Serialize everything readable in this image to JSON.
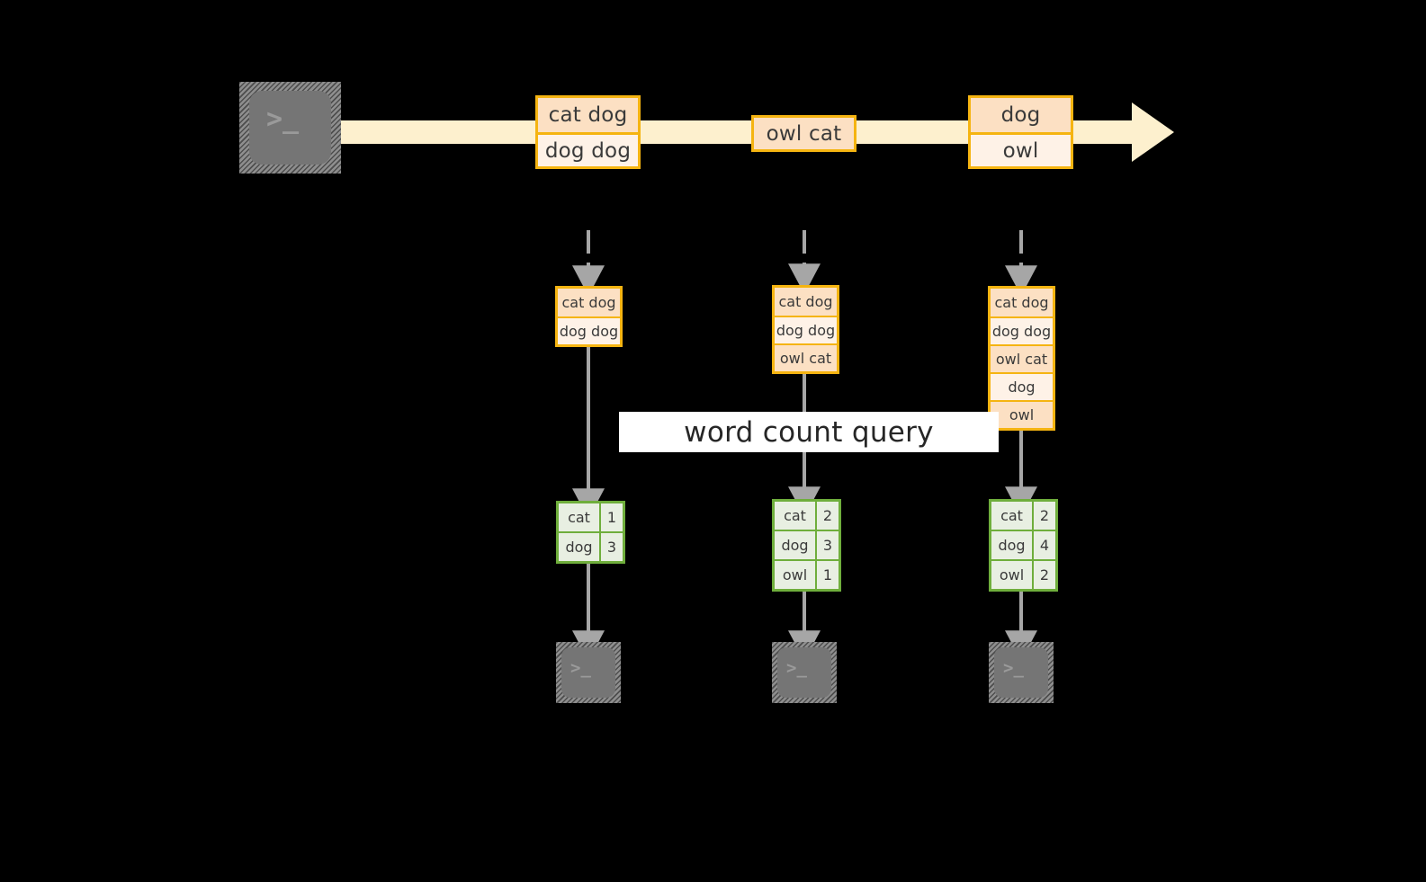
{
  "diagram": {
    "title_label": "word count query",
    "colors": {
      "background": "#000000",
      "stream_border": "#F5B411",
      "stream_fill_dark": "#FCE0C3",
      "stream_fill_light": "#FEF2E7",
      "arrow_body": "#FDF0CE",
      "result_border": "#6FAE3C",
      "result_fill": "#E8EFE2",
      "connector": "#A6A6A6",
      "terminal_face": "#757575",
      "label_background": "#FFFFFF",
      "text": "#3A3A3A"
    },
    "source": {
      "icon": "terminal-icon",
      "glyph": ">_"
    },
    "timeline": {
      "arrow_icon": "right-arrow-icon",
      "events": [
        {
          "lines": [
            "cat dog",
            "dog dog"
          ]
        },
        {
          "lines": [
            "owl cat"
          ]
        },
        {
          "lines": [
            "dog",
            "owl"
          ]
        }
      ]
    },
    "snapshots": [
      {
        "state_label": "state-snapshot-1",
        "state_rows": [
          "cat dog",
          "dog dog"
        ],
        "result_label": "word-count-result-1",
        "result_header": null,
        "result_rows": [
          {
            "word": "cat",
            "count": "1"
          },
          {
            "word": "dog",
            "count": "3"
          }
        ],
        "sink": {
          "icon": "terminal-icon",
          "glyph": ">_"
        }
      },
      {
        "state_label": "state-snapshot-2",
        "state_rows": [
          "cat dog",
          "dog dog",
          "owl cat"
        ],
        "result_label": "word-count-result-2",
        "result_header": null,
        "result_rows": [
          {
            "word": "cat",
            "count": "2"
          },
          {
            "word": "dog",
            "count": "3"
          },
          {
            "word": "owl",
            "count": "1"
          }
        ],
        "sink": {
          "icon": "terminal-icon",
          "glyph": ">_"
        }
      },
      {
        "state_label": "state-snapshot-3",
        "state_rows": [
          "cat dog",
          "dog dog",
          "owl cat",
          "dog",
          "owl"
        ],
        "result_label": "word-count-result-3",
        "result_header": null,
        "result_rows": [
          {
            "word": "cat",
            "count": "2"
          },
          {
            "word": "dog",
            "count": "4"
          },
          {
            "word": "owl",
            "count": "2"
          }
        ],
        "sink": {
          "icon": "terminal-icon",
          "glyph": ">_"
        }
      }
    ]
  }
}
